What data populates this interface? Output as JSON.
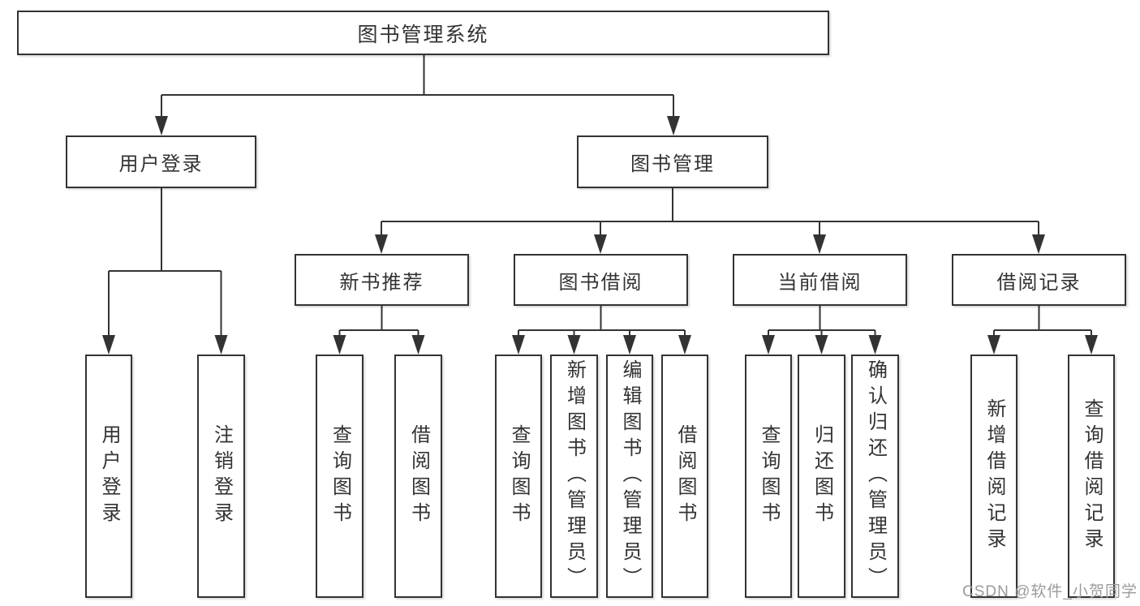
{
  "tree": {
    "label": "图书管理系统",
    "children": [
      {
        "label": "用户登录",
        "children": [
          {
            "label": "用户登录"
          },
          {
            "label": "注销登录"
          }
        ]
      },
      {
        "label": "图书管理",
        "children": [
          {
            "label": "新书推荐",
            "children": [
              {
                "label": "查询图书"
              },
              {
                "label": "借阅图书"
              }
            ]
          },
          {
            "label": "图书借阅",
            "children": [
              {
                "label": "查询图书"
              },
              {
                "label": "新增图书（管理员）"
              },
              {
                "label": "编辑图书（管理员）"
              },
              {
                "label": "借阅图书"
              }
            ]
          },
          {
            "label": "当前借阅",
            "children": [
              {
                "label": "查询图书"
              },
              {
                "label": "归还图书"
              },
              {
                "label": "确认归还（管理员）"
              }
            ]
          },
          {
            "label": "借阅记录",
            "children": [
              {
                "label": "新增借阅记录"
              },
              {
                "label": "查询借阅记录"
              }
            ]
          }
        ]
      }
    ]
  },
  "watermark": {
    "text": "CSDN @软件_小贺同学"
  },
  "colors": {
    "line": "#333333",
    "border": "#333333",
    "text": "#333333",
    "background": "#ffffff",
    "watermark": "#9b9b9b"
  }
}
